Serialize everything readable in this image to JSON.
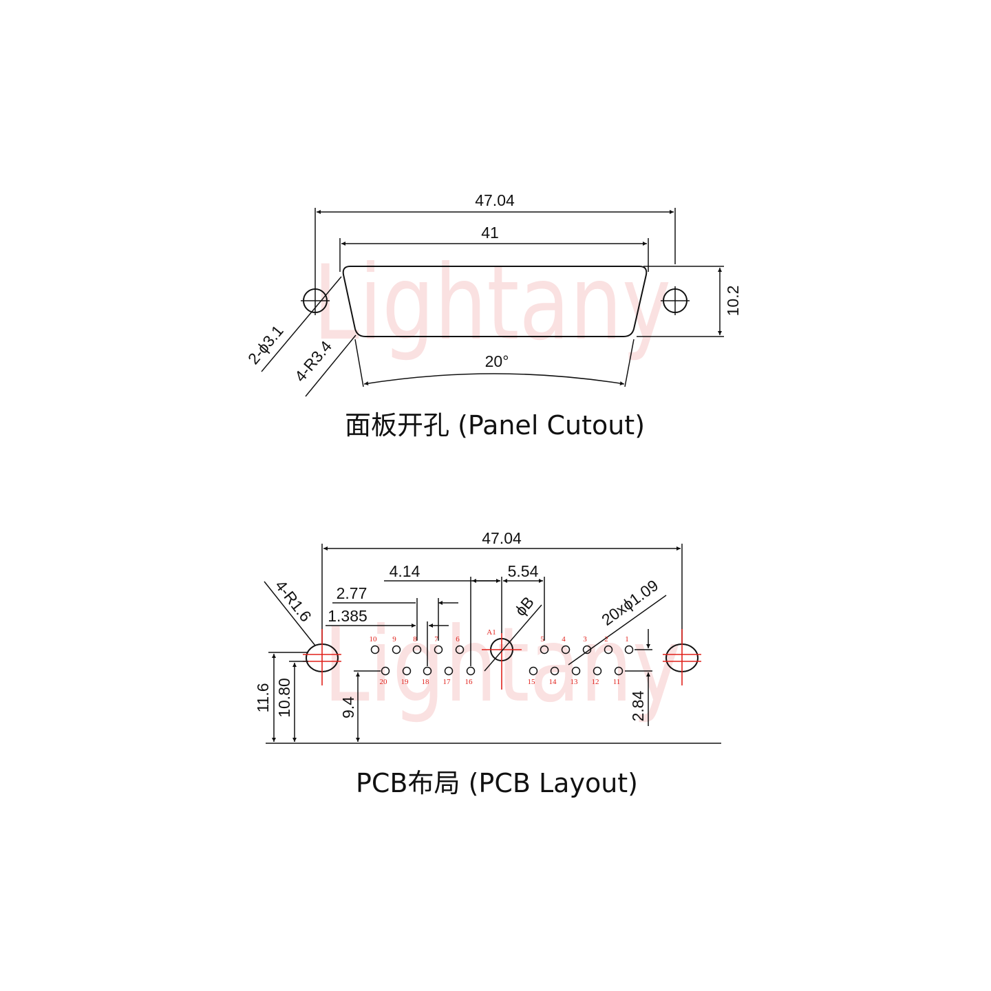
{
  "watermark": "Lightany",
  "colors": {
    "line": "#111111",
    "accent_red": "#e0201a",
    "watermark": "#f6c9c9"
  },
  "panel_cutout": {
    "caption": "面板开孔 (Panel Cutout)",
    "dims": {
      "overall_width": "47.04",
      "body_width": "41",
      "height": "10.2",
      "angle": "20°",
      "hole_callout": "2-ϕ3.1",
      "radius_callout": "4-R3.4"
    }
  },
  "pcb_layout": {
    "caption": "PCB布局 (PCB Layout)",
    "dims": {
      "overall_width": "47.04",
      "d_414": "4.14",
      "d_554": "5.54",
      "d_277": "2.77",
      "d_1385": "1.385",
      "radius_callout": "4-R1.6",
      "center_hole": "ϕB",
      "pin_holes": "20xϕ1.09",
      "h_116": "11.6",
      "h_1080": "10.80",
      "h_94": "9.4",
      "h_284": "2.84"
    },
    "center_label": "A1",
    "top_row_labels": [
      "10",
      "9",
      "8",
      "7",
      "6",
      "5",
      "4",
      "3",
      "2",
      "1"
    ],
    "bottom_row_labels": [
      "20",
      "19",
      "18",
      "17",
      "16",
      "15",
      "14",
      "13",
      "12",
      "11"
    ]
  }
}
